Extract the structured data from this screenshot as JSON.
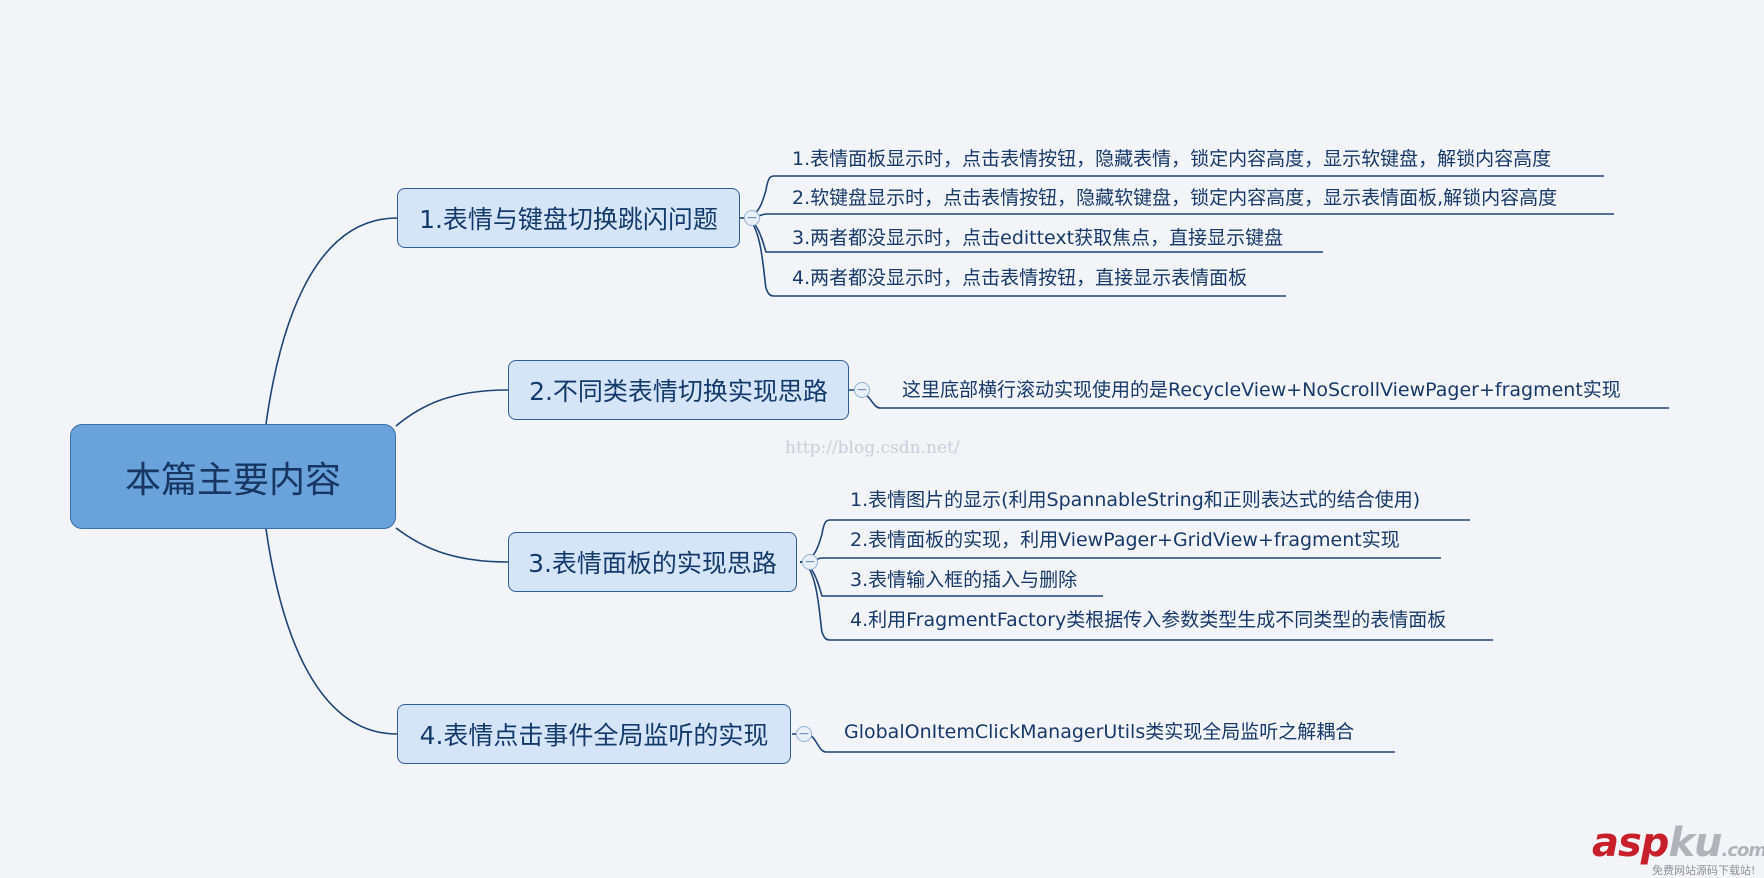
{
  "central": {
    "label": "本篇主要内容"
  },
  "branches": [
    {
      "label": "1.表情与键盘切换跳闪问题",
      "children": [
        "1.表情面板显示时，点击表情按钮，隐藏表情，锁定内容高度，显示软键盘，解锁内容高度",
        "2.软键盘显示时，点击表情按钮，隐藏软键盘，锁定内容高度，显示表情面板,解锁内容高度",
        "3.两者都没显示时，点击edittext获取焦点，直接显示键盘",
        "4.两者都没显示时，点击表情按钮，直接显示表情面板"
      ]
    },
    {
      "label": "2.不同类表情切换实现思路",
      "children": [
        "这里底部横行滚动实现使用的是RecycleView+NoScrollViewPager+fragment实现"
      ]
    },
    {
      "label": "3.表情面板的实现思路",
      "children": [
        "1.表情图片的显示(利用SpannableString和正则表达式的结合使用)",
        "2.表情面板的实现，利用ViewPager+GridView+fragment实现",
        "3.表情输入框的插入与删除",
        "4.利用FragmentFactory类根据传入参数类型生成不同类型的表情面板"
      ]
    },
    {
      "label": "4.表情点击事件全局监听的实现",
      "children": [
        "GlobalOnItemClickManagerUtils类实现全局监听之解耦合"
      ]
    }
  ],
  "collapse_symbol": "−",
  "watermark": "http://blog.csdn.net/",
  "logo": {
    "asp": "asp",
    "ku": "ku",
    "dot": ".com",
    "subtitle": "免费网站源码下载站!"
  },
  "colors": {
    "central_fill": "#6aa2dc",
    "branch_fill": "#d6e4f8",
    "connector": "#1d4577",
    "text": "#173a6a"
  }
}
